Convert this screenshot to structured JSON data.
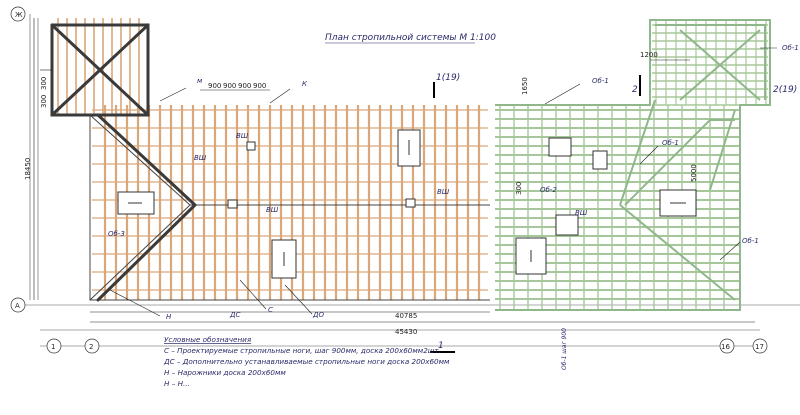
{
  "title": "План стропильной системы М 1:100",
  "section_marks": {
    "mark1": "1(19)",
    "mark2": "2",
    "mark3": "2(19)",
    "mark_bottom": "1"
  },
  "axis_letters": {
    "top": "Ж",
    "bottom": "А"
  },
  "axis_numbers": {
    "a1": "1",
    "a2": "2",
    "a16": "16",
    "a17": "17"
  },
  "dimensions": {
    "total_length": "45430",
    "inner_length": "40785",
    "height_left": "18450",
    "spacing_top": [
      "900",
      "900",
      "900",
      "900"
    ],
    "left_small": [
      "300",
      "300"
    ],
    "right_top": "1200",
    "mid_top": "1650",
    "mid_small": "300",
    "right_side": "5000"
  },
  "member_labels": {
    "ob1_top": "Об-1",
    "ob1_mid": "Об-1",
    "ob1_right": "Об-1",
    "ob1_right2": "Об-1",
    "ob1_bottom": "Об-1",
    "ob2": "Об-2",
    "ob3": "Об-3",
    "m": "м",
    "k": "К",
    "vsh1": "ВШ",
    "vsh2": "ВШ",
    "vsh3": "ВШ",
    "vsh4": "ВШ",
    "vsh5": "ВШ",
    "n": "Н",
    "s": "С",
    "ds": "ДС",
    "do": "ДО",
    "ob_vert": "Об-1 шаг 900"
  },
  "legend": {
    "heading": "Условные обозначения",
    "lines": [
      "С – Проектируемые стропильные ноги, шаг 900мм, доска 200х60мм2шт.",
      "ДС – Дополнительно устанавливаемые стропильные ноги доска 200х60мм",
      "Н – Нарожники доска 200х60мм",
      "Н – Н..."
    ]
  },
  "colors": {
    "rafter": "#d9a77a",
    "rafter_green": "#a6c79a",
    "hip": "#3a3a3a",
    "line": "#333333"
  }
}
